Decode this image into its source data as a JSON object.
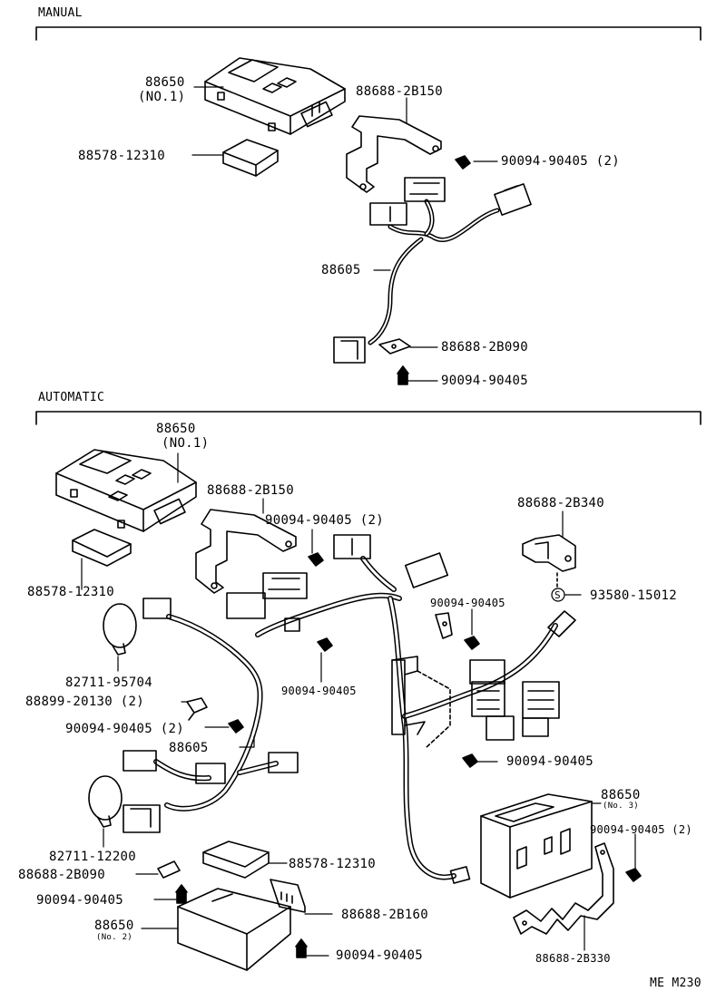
{
  "sections": {
    "manual": "MANUAL",
    "automatic": "AUTOMATIC"
  },
  "manual_parts": {
    "p88650": "88650",
    "p88650_sub": "(NO.1)",
    "p88578": "88578-12310",
    "p88688_2b150": "88688-2B150",
    "p90094_a": "90094-90405 (2)",
    "p88605": "88605",
    "p88688_2b090": "88688-2B090",
    "p90094_b": "90094-90405"
  },
  "auto_parts": {
    "p88650": "88650",
    "p88650_sub": "(NO.1)",
    "p88688_2b150": "88688-2B150",
    "p90094_a": "90094-90405 (2)",
    "p88578_a": "88578-12310",
    "p88688_2b340": "88688-2B340",
    "p93580": "93580-15012",
    "p93580_s": "S",
    "p90094_b": "90094-90405",
    "p90094_c": "90094-90405",
    "p82711_95704": "82711-95704",
    "p88899": "88899-20130 (2)",
    "p90094_d": "90094-90405 (2)",
    "p88605": "88605",
    "p90094_e": "90094-90405",
    "p88650_3": "88650",
    "p88650_3_sub": "(No. 3)",
    "p90094_f": "90094-90405 (2)",
    "p82711_12200": "82711-12200",
    "p88578_b": "88578-12310",
    "p88688_2b090": "88688-2B090",
    "p90094_g": "90094-90405",
    "p88688_2b160": "88688-2B160",
    "p88650_2": "88650",
    "p88650_2_sub": "(No. 2)",
    "p90094_h": "90094-90405",
    "p88688_2b330": "88688-2B330"
  },
  "footer_code": "ME M230"
}
